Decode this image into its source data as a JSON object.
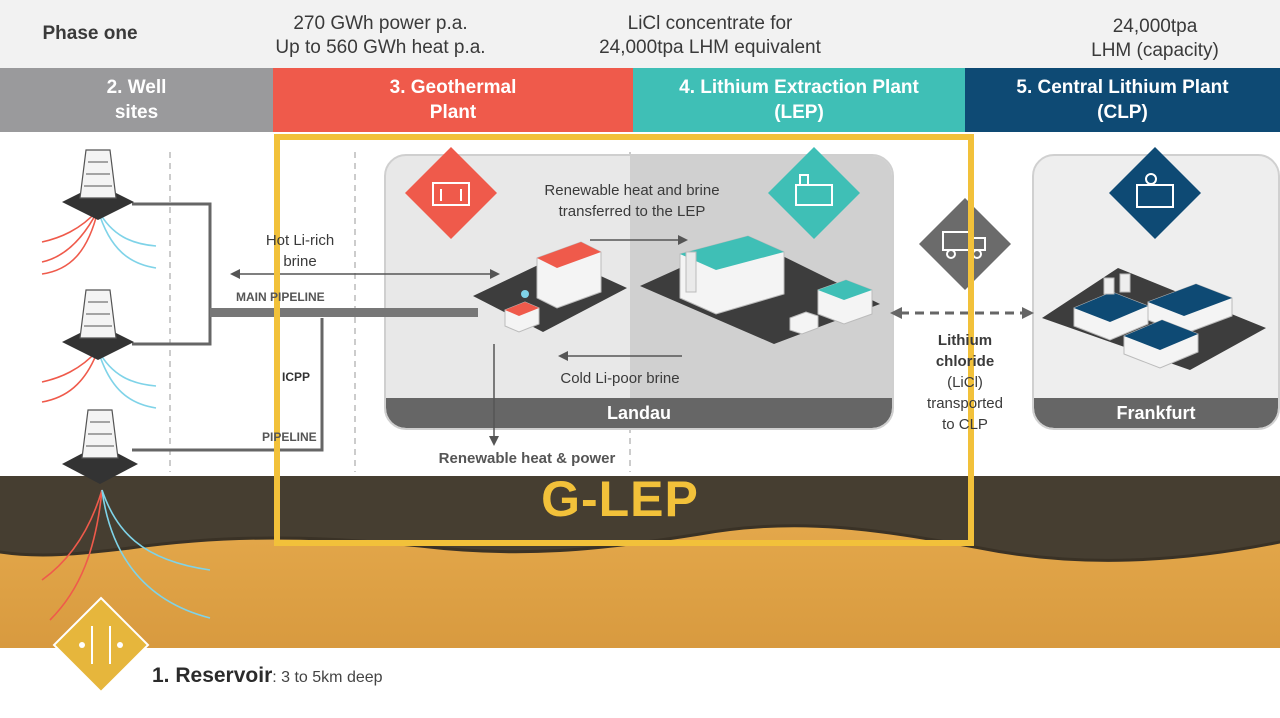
{
  "top": {
    "phase": "Phase one",
    "geo_output_1": "270 GWh power p.a.",
    "geo_output_2": "Up to 560 GWh heat p.a.",
    "lep_output_1": "LiCl concentrate for",
    "lep_output_2": "24,000tpa LHM equivalent",
    "clp_output_1": "24,000tpa",
    "clp_output_2": "LHM (capacity)"
  },
  "headers": {
    "wells_1": "2. Well",
    "wells_2": "sites",
    "geo_1": "3. Geothermal",
    "geo_2": "Plant",
    "lep_1": "4. Lithium Extraction Plant",
    "lep_2": "(LEP)",
    "clp_1": "5. Central Lithium Plant",
    "clp_2": "(CLP)"
  },
  "labels": {
    "renewable_transfer_1": "Renewable heat and brine",
    "renewable_transfer_2": "transferred to the LEP",
    "hot_brine_1": "Hot Li-rich",
    "hot_brine_2": "brine",
    "main_pipeline": "MAIN PIPELINE",
    "icpp": "ICPP",
    "pipeline": "PIPELINE",
    "cold_brine": "Cold Li-poor brine",
    "renewable_heat_power": "Renewable heat & power",
    "landau": "Landau",
    "frankfurt": "Frankfurt",
    "licl_1": "Lithium",
    "licl_2": "chloride",
    "licl_3": "(LiCl)",
    "licl_4": "transported",
    "licl_5": "to CLP",
    "glep": "G-LEP",
    "reservoir": "1. Reservoir",
    "reservoir_depth": ": 3 to 5km deep"
  },
  "colors": {
    "wells": "#9a9a9c",
    "geothermal": "#ef5a4b",
    "lep": "#3fbfb6",
    "clp": "#0e4a74",
    "highlight": "#f2c13a",
    "reservoir": "#e3a94a"
  }
}
